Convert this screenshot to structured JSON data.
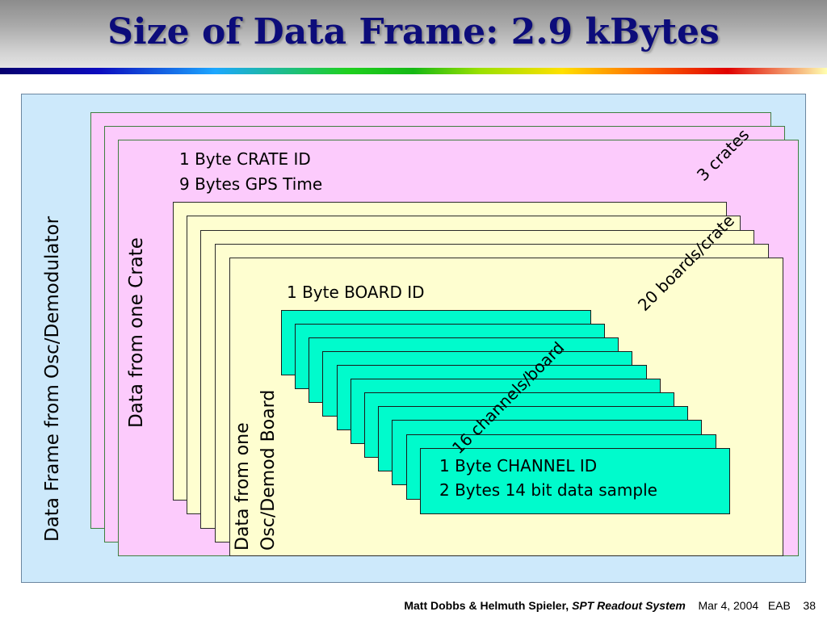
{
  "slide": {
    "title": "Size of Data Frame: 2.9 kBytes"
  },
  "diagram": {
    "frame_label": "Data Frame from Osc/Demodulator",
    "crate_label": "Data from one Crate",
    "crate_header": [
      "1 Byte CRATE ID",
      "9 Bytes GPS Time"
    ],
    "crates_count_label": "3 crates",
    "boards_count_label": "20 boards/crate",
    "board_header": "1 Byte BOARD ID",
    "board_label": [
      "Data from one",
      "Osc/Demod Board"
    ],
    "channels_count_label": "16 channels/board",
    "channel_lines": [
      "1 Byte CHANNEL ID",
      "2 Bytes 14 bit data sample"
    ]
  },
  "footer": {
    "authors": "Matt Dobbs & Helmuth Spieler,",
    "system": "SPT Readout System",
    "date": "Mar 4, 2004",
    "initials": "EAB",
    "page": "38"
  },
  "colors": {
    "title": "#0c0c7a",
    "panel": "#cde9fb",
    "crate": "#fccbfc",
    "board": "#fefed0",
    "channel": "#00fbcc"
  }
}
